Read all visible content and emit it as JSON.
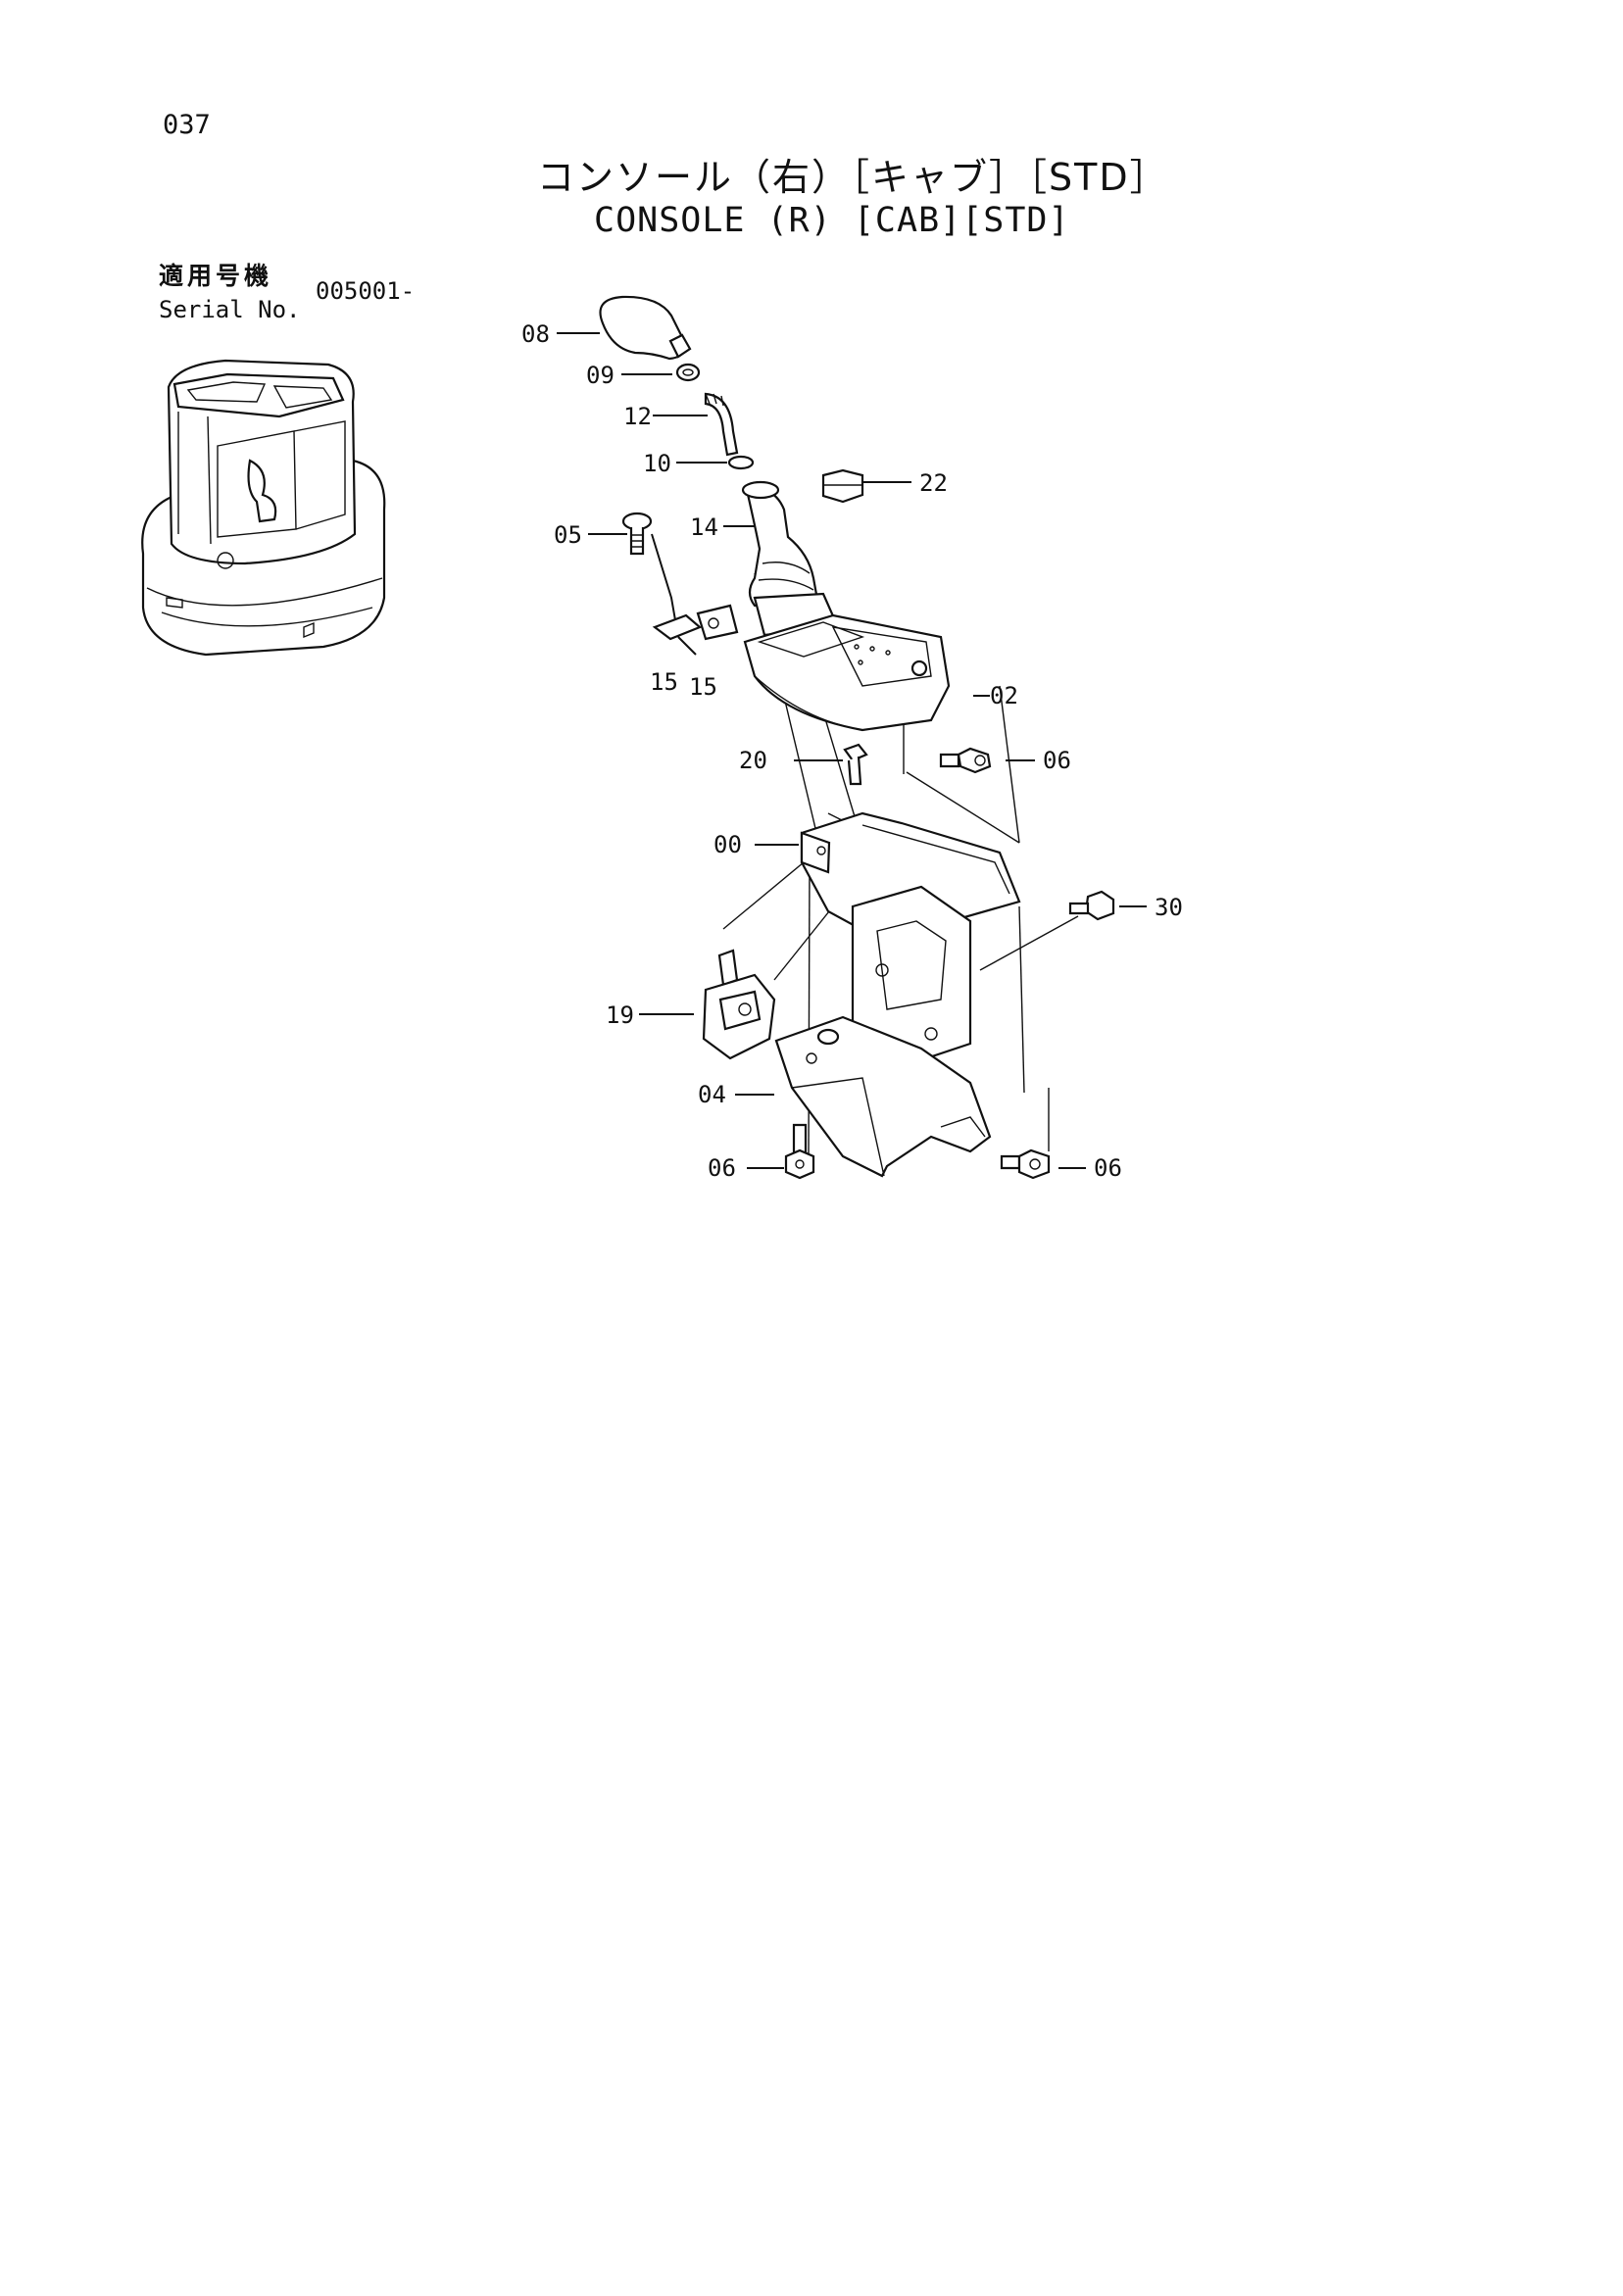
{
  "page": {
    "number": "037",
    "title_jp": "コンソール（右）［キャブ］［STD］",
    "title_en": "CONSOLE (R) [CAB][STD]"
  },
  "serial": {
    "label_jp": "適用号機",
    "label_en": "Serial No.",
    "value": "005001-"
  },
  "callouts": {
    "c08": "08",
    "c09": "09",
    "c12": "12",
    "c10": "10",
    "c22": "22",
    "c05": "05",
    "c14": "14",
    "c15a": "15",
    "c15b": "15",
    "c02": "02",
    "c20": "20",
    "c06a": "06",
    "c00": "00",
    "c30": "30",
    "c19": "19",
    "c04": "04",
    "c06b": "06",
    "c06c": "06"
  }
}
